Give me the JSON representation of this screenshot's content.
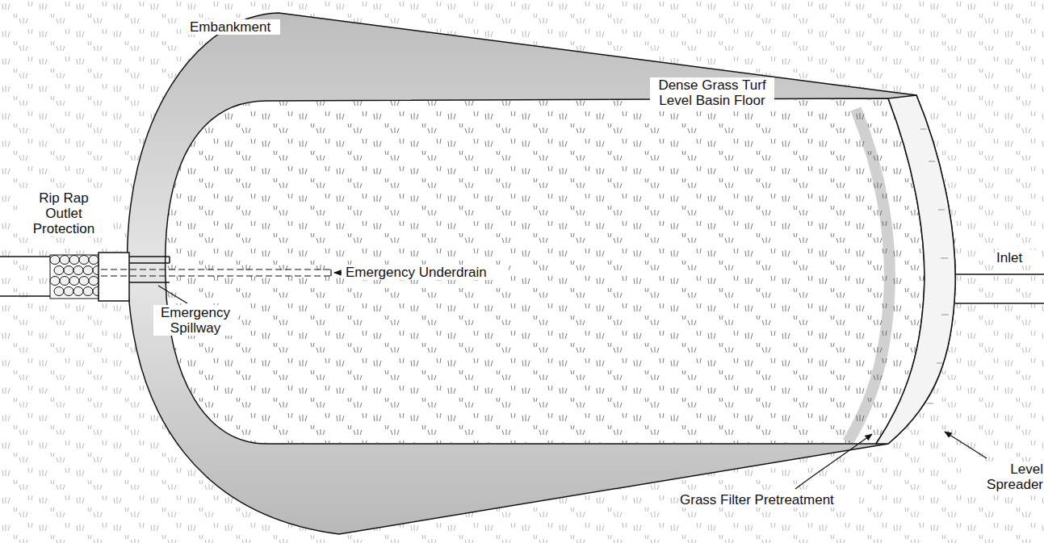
{
  "diagram": {
    "labels": [
      "Embankment",
      "Dense Grass Turf Level Basin Floor",
      "Rip Rap Outlet Protection",
      "Inlet",
      "Emergency Underdrain",
      "Emergency Spillway",
      "Level Spreader",
      "Grass Filter Pretreatment"
    ]
  }
}
